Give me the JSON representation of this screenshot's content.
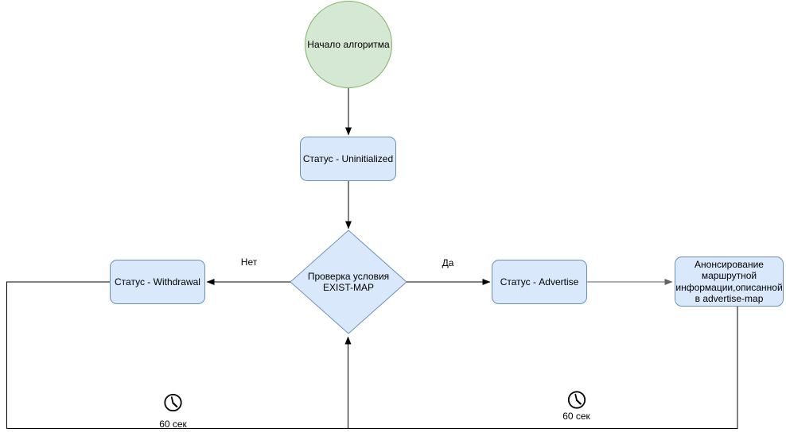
{
  "nodes": {
    "start": "Начало алгоритма",
    "status_uninitialized": "Статус - Uninitialized",
    "decision": "Проверка условия EXIST-MAP",
    "status_withdrawal": "Статус - Withdrawal",
    "status_advertise": "Статус - Advertise",
    "announce": "Анонсирование маршрутной информации,описанной в advertise-map"
  },
  "edge_labels": {
    "no": "Нет",
    "yes": "Да"
  },
  "timers": {
    "left_label": "60 сек",
    "right_label": "60 сек"
  },
  "icons": {
    "timer_left": "clock-icon",
    "timer_right": "clock-icon"
  },
  "colors": {
    "start_fill": "#d5e8d4",
    "start_stroke": "#82b366",
    "node_fill": "#dae8fc",
    "node_stroke": "#6c8ebf",
    "edge_black": "#000000",
    "edge_gray": "#616161",
    "background": "#ffffff"
  }
}
